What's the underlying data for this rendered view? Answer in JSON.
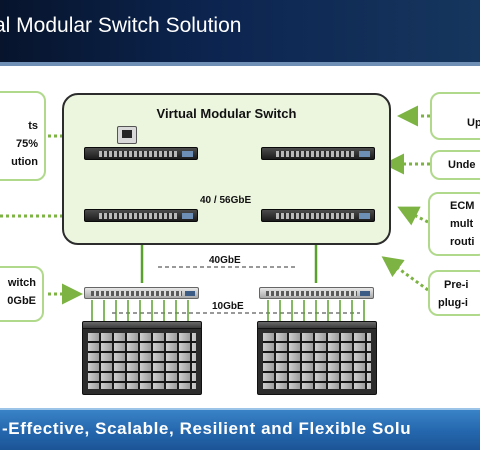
{
  "header": {
    "title": "al Modular Switch Solution"
  },
  "diagram": {
    "box_title": "Virtual Modular Switch",
    "link_speed": "40 / 56GbE",
    "tor_uplink_speed": "40GbE",
    "server_speed": "10GbE"
  },
  "left_callouts": {
    "top": [
      "ts",
      "75%",
      "ution"
    ],
    "bottom": [
      "witch",
      "0GbE"
    ]
  },
  "right_callouts": {
    "c1": "Up",
    "c2": "Unde",
    "c3": [
      "ECM",
      "mult",
      "routi"
    ],
    "c4": [
      "Pre-i",
      "plug-i"
    ]
  },
  "footer": {
    "tagline": "-Effective, Scalable, Resilient and Flexible Solu"
  },
  "colors": {
    "title_bar": "#0c2550",
    "footer_bar": "#2466ad",
    "callout_border": "#b0d98c",
    "dotted_arrow": "#7cb342",
    "link_green": "#5aa02c",
    "vms_fill": "#ecf6df"
  },
  "icons": {
    "switch": "network-switch-icon",
    "server": "server-rack-icon",
    "management": "management-console-icon"
  }
}
